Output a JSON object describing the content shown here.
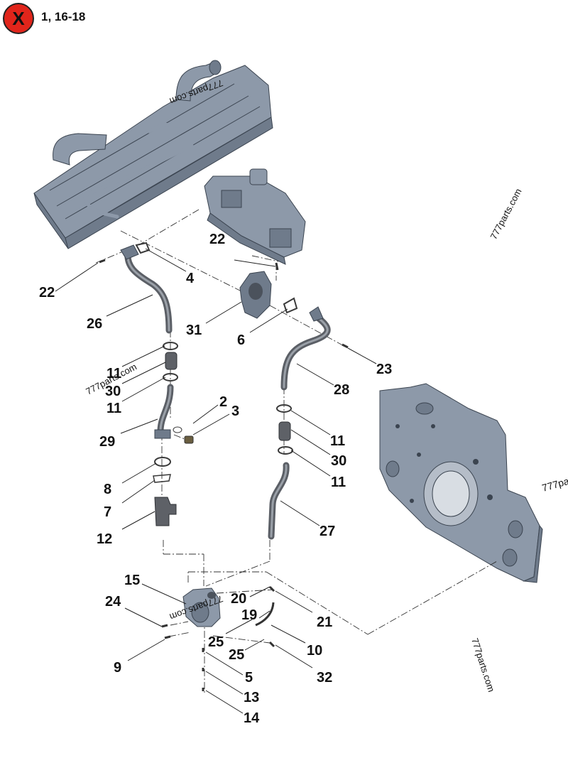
{
  "header": {
    "close_icon_glyph": "X",
    "badge_color": "#e1251b",
    "label": "1, 16-18"
  },
  "watermark": "777parts.com",
  "watermark_partial": "777pa",
  "callouts": {
    "c22a": "22",
    "c22b": "22",
    "c4": "4",
    "c26": "26",
    "c31": "31",
    "c6": "6",
    "c23": "23",
    "c11a": "11",
    "c30a": "30",
    "c11b": "11",
    "c28": "28",
    "c2": "2",
    "c3": "3",
    "c29": "29",
    "c11c": "11",
    "c30b": "30",
    "c11d": "11",
    "c8": "8",
    "c7": "7",
    "c12": "12",
    "c27": "27",
    "c15": "15",
    "c20": "20",
    "c24": "24",
    "c19": "19",
    "c21": "21",
    "c25a": "25",
    "c25b": "25",
    "c10": "10",
    "c9": "9",
    "c5": "5",
    "c32": "32",
    "c13": "13",
    "c14": "14"
  },
  "colors": {
    "part_fill": "#8d99a9",
    "pipe": "#5b5f66",
    "background": "#ffffff"
  }
}
